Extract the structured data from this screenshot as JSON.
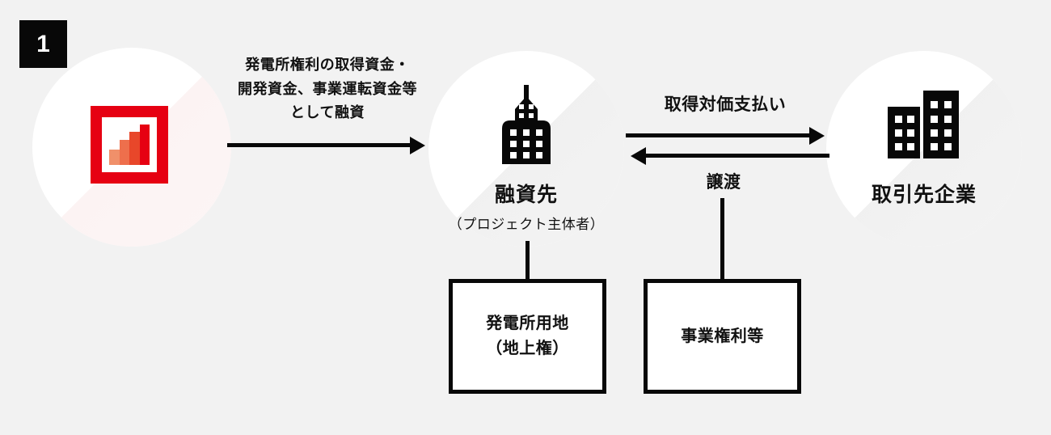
{
  "page": {
    "background_color": "#f2f2f2",
    "ink_color": "#111111",
    "accent_color": "#e60012"
  },
  "step": {
    "number": "1"
  },
  "nodes": {
    "funding": {
      "icon": "bar-chart-growth-icon",
      "icon_frame_color": "#e60012",
      "bars": [
        {
          "color": "#f0906a",
          "height_pct": 38
        },
        {
          "color": "#ee6f4c",
          "height_pct": 62
        },
        {
          "color": "#e8472a",
          "height_pct": 82
        },
        {
          "color": "#e60012",
          "height_pct": 100
        }
      ]
    },
    "borrower": {
      "icon": "office-tower-icon",
      "title": "融資先",
      "subtitle": "（プロジェクト主体者）"
    },
    "partner": {
      "icon": "office-buildings-icon",
      "title": "取引先企業"
    }
  },
  "arrows": {
    "loan": {
      "label": "発電所権利の取得資金・\n開発資金、事業運転資金等\nとして融資",
      "direction": "right"
    },
    "payment": {
      "label": "取得対価支払い",
      "direction": "right"
    },
    "transfer": {
      "label": "譲渡",
      "direction": "left"
    }
  },
  "boxes": {
    "land": {
      "text": "発電所用地\n（地上権）"
    },
    "rights": {
      "text": "事業権利等"
    }
  }
}
